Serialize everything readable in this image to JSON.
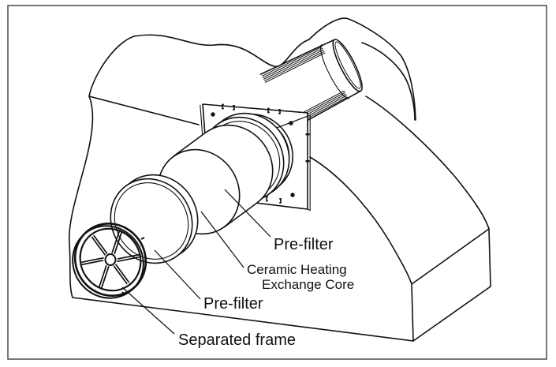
{
  "figure": {
    "type": "exploded-assembly-diagram",
    "subject": "wall-mounted ceramic heat exchange ventilator",
    "labels": {
      "pre_filter_rear": "Pre-filter",
      "ceramic_core_line1": "Ceramic Heating",
      "ceramic_core_line2": "Exchange Core",
      "pre_filter_front": "Pre-filter",
      "separated_frame": "Separated frame"
    },
    "colors": {
      "line": "#111111",
      "background": "#ffffff",
      "border": "#4a4a4a"
    }
  }
}
